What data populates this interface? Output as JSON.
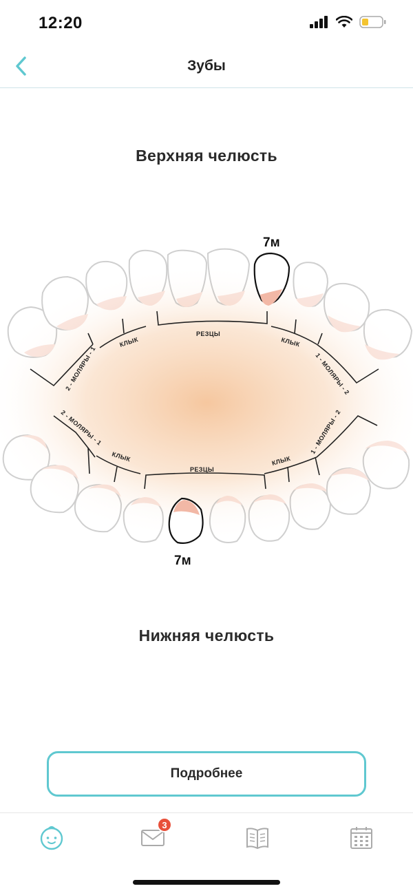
{
  "status_bar": {
    "time": "12:20"
  },
  "nav": {
    "title": "Зубы"
  },
  "upper_jaw_title": "Верхняя челюсть",
  "lower_jaw_title": "Нижняя челюсть",
  "diagram": {
    "upper": {
      "incisors_label": "РЕЗЦЫ",
      "canine_left_label": "КЛЫК",
      "canine_right_label": "КЛЫК",
      "molars_left_label": "2 - МОЛЯРЫ - 1",
      "molars_right_label": "1 - МОЛЯРЫ - 2",
      "erupted_tooth_month": "7м"
    },
    "lower": {
      "incisors_label": "РЕЗЦЫ",
      "canine_left_label": "КЛЫК",
      "canine_right_label": "КЛЫК",
      "molars_left_label": "2 - МОЛЯРЫ - 1",
      "molars_right_label": "1 - МОЛЯРЫ - 2",
      "erupted_tooth_month": "7м"
    }
  },
  "more_button_label": "Подробнее",
  "tab_bar": {
    "items": [
      {
        "icon": "baby-face-icon",
        "active": true
      },
      {
        "icon": "mail-icon",
        "badge": "3"
      },
      {
        "icon": "book-icon"
      },
      {
        "icon": "calendar-icon"
      }
    ]
  },
  "colors": {
    "accent": "#5fc8d0",
    "badge": "#e8503a",
    "gum": "#f2b8a6",
    "glow": "#f7caa0"
  }
}
